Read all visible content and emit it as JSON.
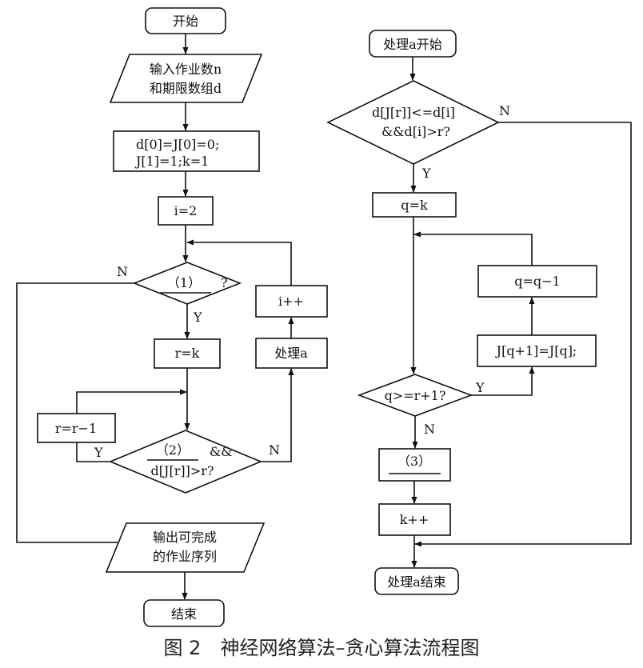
{
  "left": {
    "start": "开始",
    "input": [
      "输入作业数n",
      "和期限数组d"
    ],
    "init": [
      "d[0]=J[0]=0;",
      "J[1]=1;k=1"
    ],
    "i_init": "i=2",
    "cond1": "（1）",
    "cond1_q": "?",
    "cond1_no": "N",
    "cond1_yes": "Y",
    "r_init": "r=k",
    "cond2": "（2）",
    "cond2_and": "&&",
    "cond2_b": "d[J[r]]>r?",
    "cond2_yes": "Y",
    "cond2_no": "N",
    "r_dec": "r=r−1",
    "process_a": "处理a",
    "i_inc": "i++",
    "output": [
      "输出可完成",
      "的作业序列"
    ],
    "end": "结束"
  },
  "right": {
    "start": "处理a开始",
    "cond_a": [
      "d[J[r]]<=d[i]",
      "&&d[i]>r?"
    ],
    "cond_a_no": "N",
    "cond_a_yes": "Y",
    "q_init": "q=k",
    "cond_q": "q>=r+1?",
    "cond_q_yes": "Y",
    "cond_q_no": "N",
    "shift": "J[q+1]=J[q];",
    "q_dec": "q=q−1",
    "step3": "（3）",
    "k_inc": "k++",
    "end": "处理a结束"
  },
  "caption": "图 2　神经网络算法–贪心算法流程图"
}
